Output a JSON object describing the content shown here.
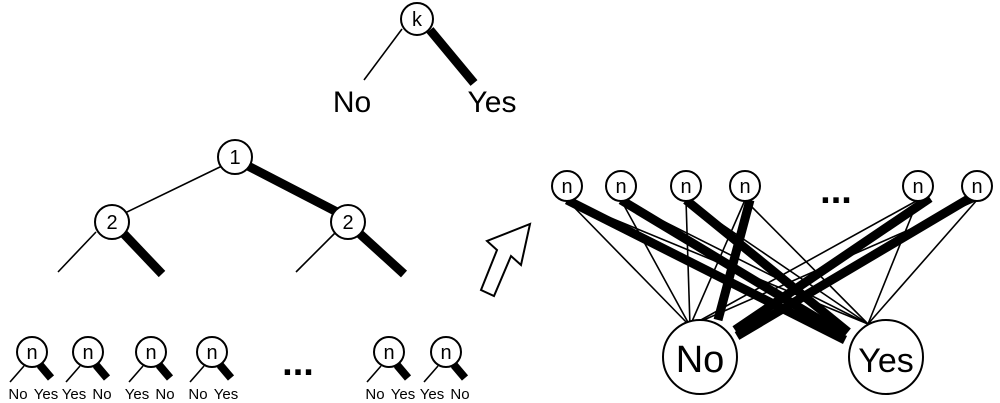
{
  "decision_node": {
    "label": "k",
    "no_label": "No",
    "yes_label": "Yes"
  },
  "tree": {
    "root_label": "1",
    "level2_left_label": "2",
    "level2_right_label": "2",
    "leaf_node_label": "n",
    "ellipsis": "...",
    "leaves": [
      {
        "no": "No",
        "yes": "Yes"
      },
      {
        "no": "Yes",
        "yes": "No"
      },
      {
        "no": "Yes",
        "yes": "No"
      },
      {
        "no": "No",
        "yes": "Yes"
      },
      {
        "no": "No",
        "yes": "Yes"
      },
      {
        "no": "Yes",
        "yes": "No"
      }
    ]
  },
  "collapsed": {
    "node_label": "n",
    "ellipsis": "...",
    "no_label": "No",
    "yes_label": "Yes"
  },
  "colors": {
    "ink": "#000000",
    "background": "#ffffff"
  }
}
